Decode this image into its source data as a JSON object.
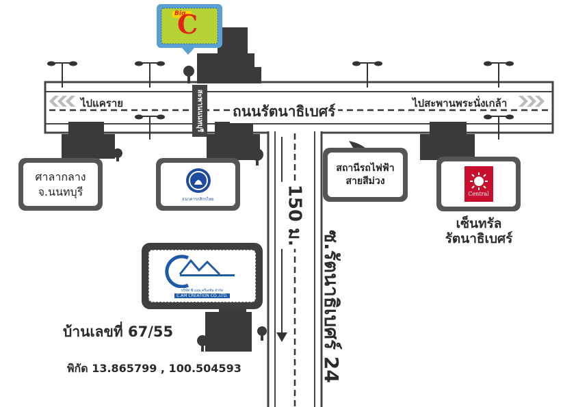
{
  "road_main": {
    "name": "ถนนรัตนาธิเบศร์",
    "to_left": "ไปแคราย",
    "to_right": "ไปสะพานพระนั่งเกล้า"
  },
  "road_side": {
    "name": "ซ.รัตนาธิเบศร์ 24",
    "distance": "150 ม."
  },
  "intersection_sign": "สะพานนนทบุรี",
  "landmarks": {
    "bigc": {
      "logo_small": "Big",
      "logo_big": "C"
    },
    "city_hall": {
      "line1": "ศาลากลาง",
      "line2": "จ.นนทบุรี"
    },
    "bank": {
      "caption": "ธนาคารกสิกรไทย"
    },
    "bts": {
      "line1": "สถานีรถไฟฟ้า",
      "line2": "สายสีม่วง"
    },
    "central": {
      "logo": "Central",
      "caption1": "เซ็นทรัล",
      "caption2": "รัตนาธิเบศร์"
    }
  },
  "company": {
    "name_th": "บริษัท ซี.แอม ครีเอชั่น จำกัด",
    "name_en": "C.AM CREATION CO.,LTD."
  },
  "address": {
    "house_no": "บ้านเลขที่ 67/55",
    "coordinates": "พิกัด 13.865799 , 100.504593"
  },
  "colors": {
    "road_border": "#444444",
    "building": "#3a3a3a",
    "card_frame": "#555555",
    "bigc_bg": "#b5d334",
    "bigc_letter": "#e2231a",
    "bigc_frame": "#5aa0d2",
    "central_red": "#c8102e",
    "kbank_blue": "#1e4aa0",
    "company_blue": "#1d5aa8"
  }
}
